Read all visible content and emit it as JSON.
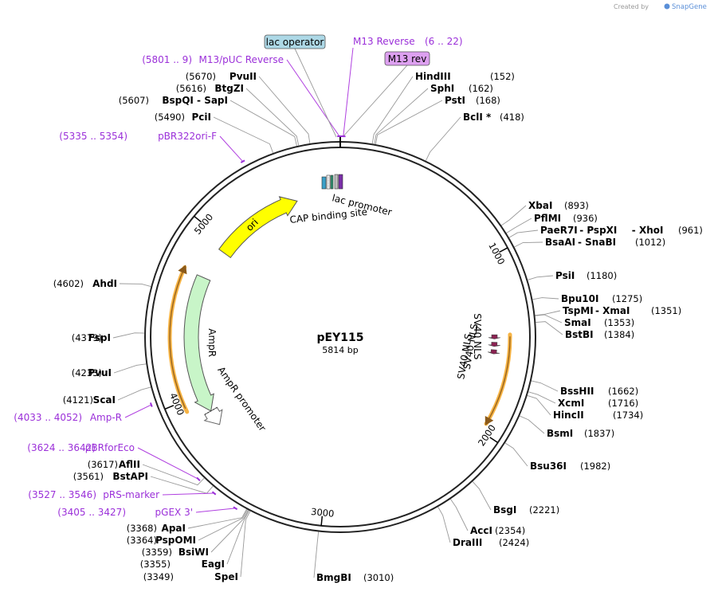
{
  "map": {
    "name": "pEY115",
    "size_label": "5814 bp",
    "total_bp": 5814
  },
  "credit": {
    "prefix": "Created by",
    "brand": "SnapGene"
  },
  "ruler_ticks": [
    {
      "bp": 1000,
      "label": "1000"
    },
    {
      "bp": 2000,
      "label": "2000"
    },
    {
      "bp": 3000,
      "label": "3000"
    },
    {
      "bp": 4000,
      "label": "4000"
    },
    {
      "bp": 5000,
      "label": "5000"
    }
  ],
  "colors": {
    "backbone": "#222222",
    "primer": "#9b30d9",
    "ori": "#ffff00",
    "ampr": "#c8f5c8",
    "nls": "#8b2252",
    "highlight": "#f5a623",
    "lac_operator_box": "#add8e6",
    "m13rev_box": "#dda0f0"
  },
  "enzymes_right": [
    {
      "name": "HindIII",
      "pos": "(152)",
      "bp": 152
    },
    {
      "name": "SphI",
      "pos": "(162)",
      "bp": 162
    },
    {
      "name": "PstI",
      "pos": "(168)",
      "bp": 168
    },
    {
      "name": "BclI *",
      "pos": "(418)",
      "bp": 418
    },
    {
      "name": "XbaI",
      "pos": "(893)",
      "bp": 893
    },
    {
      "name": "PflMI",
      "pos": "(936)",
      "bp": 936
    },
    {
      "name": "PaeR7I",
      "extra": [
        "PspXI",
        "XhoI"
      ],
      "pos": "(961)",
      "bp": 961
    },
    {
      "name": "BsaAI",
      "extra": [
        "SnaBI"
      ],
      "pos": "(1012)",
      "bp": 1012
    },
    {
      "name": "PsiI",
      "pos": "(1180)",
      "bp": 1180
    },
    {
      "name": "Bpu10I",
      "pos": "(1275)",
      "bp": 1275
    },
    {
      "name": "TspMI",
      "extra": [
        "XmaI"
      ],
      "pos": "(1351)",
      "bp": 1351
    },
    {
      "name": "SmaI",
      "pos": "(1353)",
      "bp": 1353
    },
    {
      "name": "BstBI",
      "pos": "(1384)",
      "bp": 1384
    },
    {
      "name": "BssHII",
      "pos": "(1662)",
      "bp": 1662
    },
    {
      "name": "XcmI",
      "pos": "(1716)",
      "bp": 1716
    },
    {
      "name": "HincII",
      "pos": "(1734)",
      "bp": 1734
    },
    {
      "name": "BsmI",
      "pos": "(1837)",
      "bp": 1837
    },
    {
      "name": "Bsu36I",
      "pos": "(1982)",
      "bp": 1982
    },
    {
      "name": "BsgI",
      "pos": "(2221)",
      "bp": 2221
    },
    {
      "name": "AccI",
      "pos": "(2354)",
      "bp": 2354
    },
    {
      "name": "DraIII",
      "pos": "(2424)",
      "bp": 2424
    },
    {
      "name": "BmgBI",
      "pos": "(3010)",
      "bp": 3010
    }
  ],
  "enzymes_left": [
    {
      "name": "PvuII",
      "pos": "(5670)",
      "bp": 5670
    },
    {
      "name": "BtgZI",
      "pos": "(5616)",
      "bp": 5616
    },
    {
      "name": "BspQI",
      "extra": [
        "SapI"
      ],
      "pos": "(5607)",
      "bp": 5607
    },
    {
      "name": "PciI",
      "pos": "(5490)",
      "bp": 5490
    },
    {
      "name": "AhdI",
      "pos": "(4602)",
      "bp": 4602
    },
    {
      "name": "FspI",
      "pos": "(4379)",
      "bp": 4379
    },
    {
      "name": "PvuI",
      "pos": "(4233)",
      "bp": 4233
    },
    {
      "name": "ScaI",
      "pos": "(4121)",
      "bp": 4121
    },
    {
      "name": "AflII",
      "pos": "(3617)",
      "bp": 3617
    },
    {
      "name": "BstAPI",
      "pos": "(3561)",
      "bp": 3561
    },
    {
      "name": "ApaI",
      "pos": "(3368)",
      "bp": 3368
    },
    {
      "name": "PspOMI",
      "pos": "(3364)",
      "bp": 3364
    },
    {
      "name": "BsiWI",
      "pos": "(3359)",
      "bp": 3359
    },
    {
      "name": "EagI",
      "pos": "(3355)",
      "bp": 3355
    },
    {
      "name": "SpeI",
      "pos": "(3349)",
      "bp": 3349
    }
  ],
  "primers": [
    {
      "name": "M13 Reverse",
      "range": "(6 .. 22)",
      "bp": 14
    },
    {
      "name": "M13/pUC Reverse",
      "range": "(5801 .. 9)",
      "bp": 5810
    },
    {
      "name": "pBR322ori-F",
      "range": "(5335 .. 5354)",
      "bp": 5345
    },
    {
      "name": "Amp-R",
      "range": "(4033 .. 4052)",
      "bp": 4042
    },
    {
      "name": "pBRforEco",
      "range": "(3624 .. 3642)",
      "bp": 3633
    },
    {
      "name": "pRS-marker",
      "range": "(3527 .. 3546)",
      "bp": 3536
    },
    {
      "name": "pGEX 3'",
      "range": "(3405 .. 3427)",
      "bp": 3416
    }
  ],
  "boxed_labels": {
    "lac_operator": "lac operator",
    "m13_rev": "M13 rev"
  },
  "features": {
    "lac_promoter": "lac promoter",
    "cap_site": "CAP binding site",
    "ori": "ori",
    "ampr": "AmpR",
    "ampr_promoter": "AmpR promoter",
    "nls1": "SV40 NLS",
    "nls2": "SV40 NLS",
    "nls3": "SV40 NLS"
  }
}
